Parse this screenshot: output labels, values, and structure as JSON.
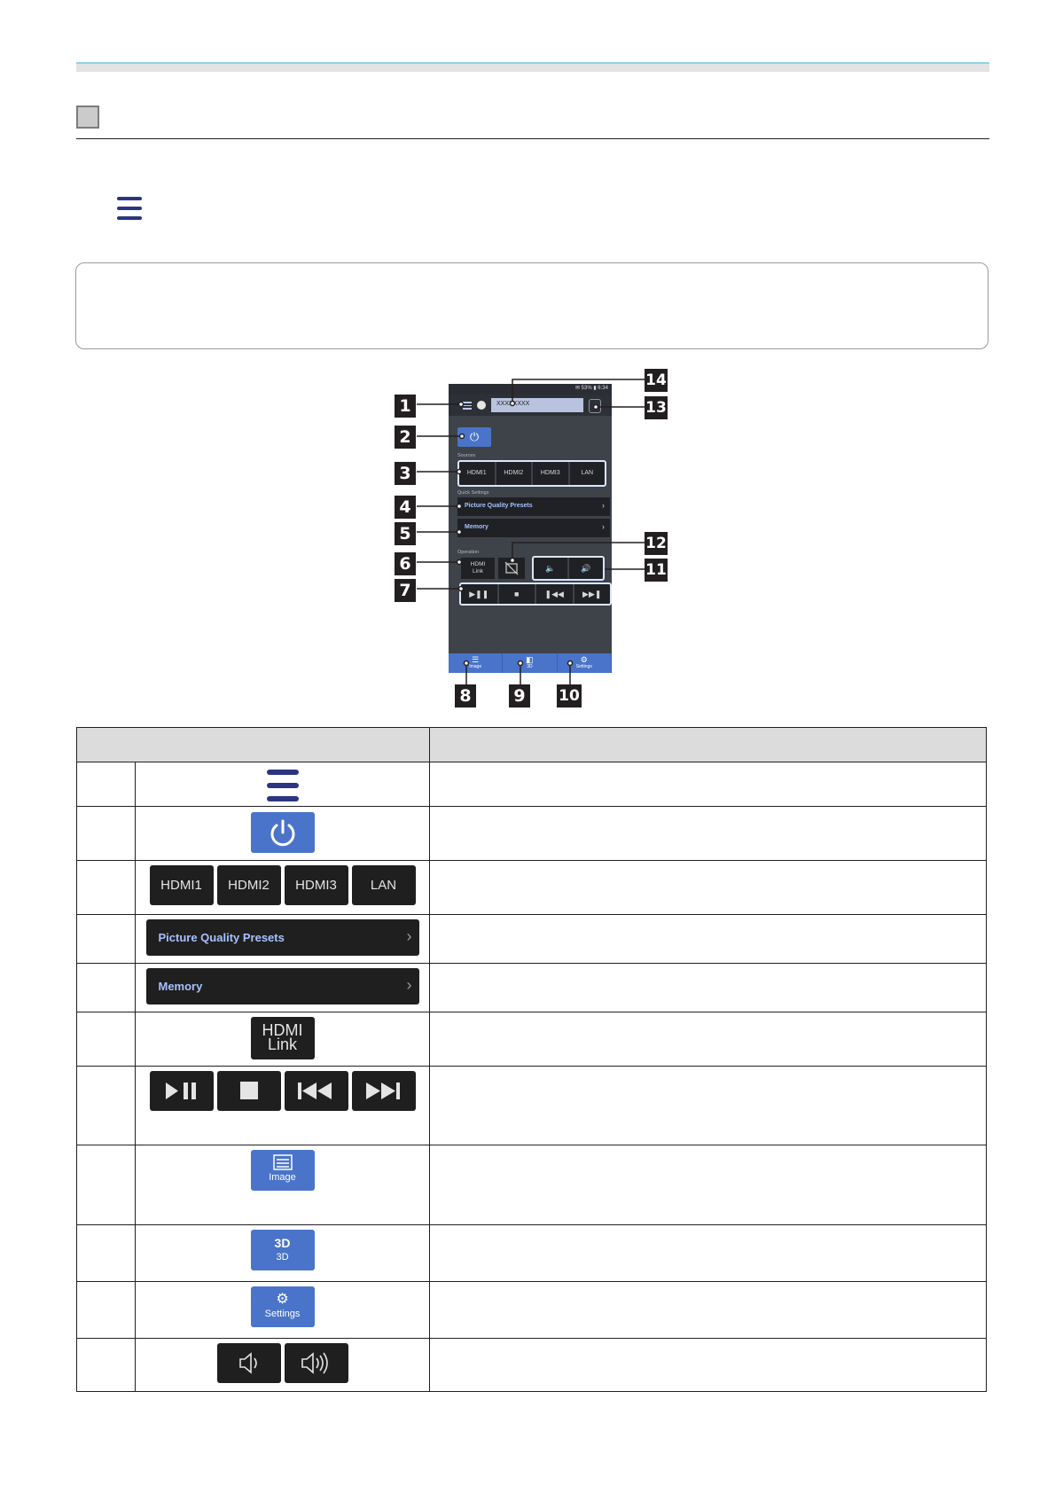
{
  "phone": {
    "status_text": "✉ 53% ▮ 6:34",
    "projector_name": "XXXXXXXX",
    "sources_caption": "Sources",
    "sources": [
      "HDMI1",
      "HDMI2",
      "HDMI3",
      "LAN"
    ],
    "quick_settings_caption": "Quick Settings",
    "picture_quality_label": "Picture Quality Presets",
    "memory_label": "Memory",
    "operation_caption": "Operation",
    "hdmi_link_line1": "HDMI",
    "hdmi_link_line2": "Link",
    "tabs": [
      "Image",
      "3D",
      "Settings"
    ]
  },
  "callouts": [
    "1",
    "2",
    "3",
    "4",
    "5",
    "6",
    "7",
    "8",
    "9",
    "10",
    "11",
    "12",
    "13",
    "14"
  ],
  "table": {
    "rows": [
      {
        "icon": "hamburger-menu-icon"
      },
      {
        "icon": "power-icon"
      },
      {
        "buttons": [
          "HDMI1",
          "HDMI2",
          "HDMI3",
          "LAN"
        ]
      },
      {
        "label": "Picture Quality Presets"
      },
      {
        "label": "Memory"
      },
      {
        "line1": "HDMI",
        "line2": "Link"
      },
      {
        "icons": [
          "play-pause-icon",
          "stop-icon",
          "previous-icon",
          "next-icon"
        ]
      },
      {
        "label": "Image"
      },
      {
        "glyph": "3D",
        "label": "3D"
      },
      {
        "label": "Settings"
      },
      {
        "icons": [
          "volume-down-icon",
          "volume-up-icon"
        ]
      }
    ]
  },
  "colors": {
    "accent_blue": "#4a74c9",
    "button_dark": "#1f1f1f",
    "menu_icon_navy": "#2b3580",
    "link_text": "#a7c1ff"
  }
}
